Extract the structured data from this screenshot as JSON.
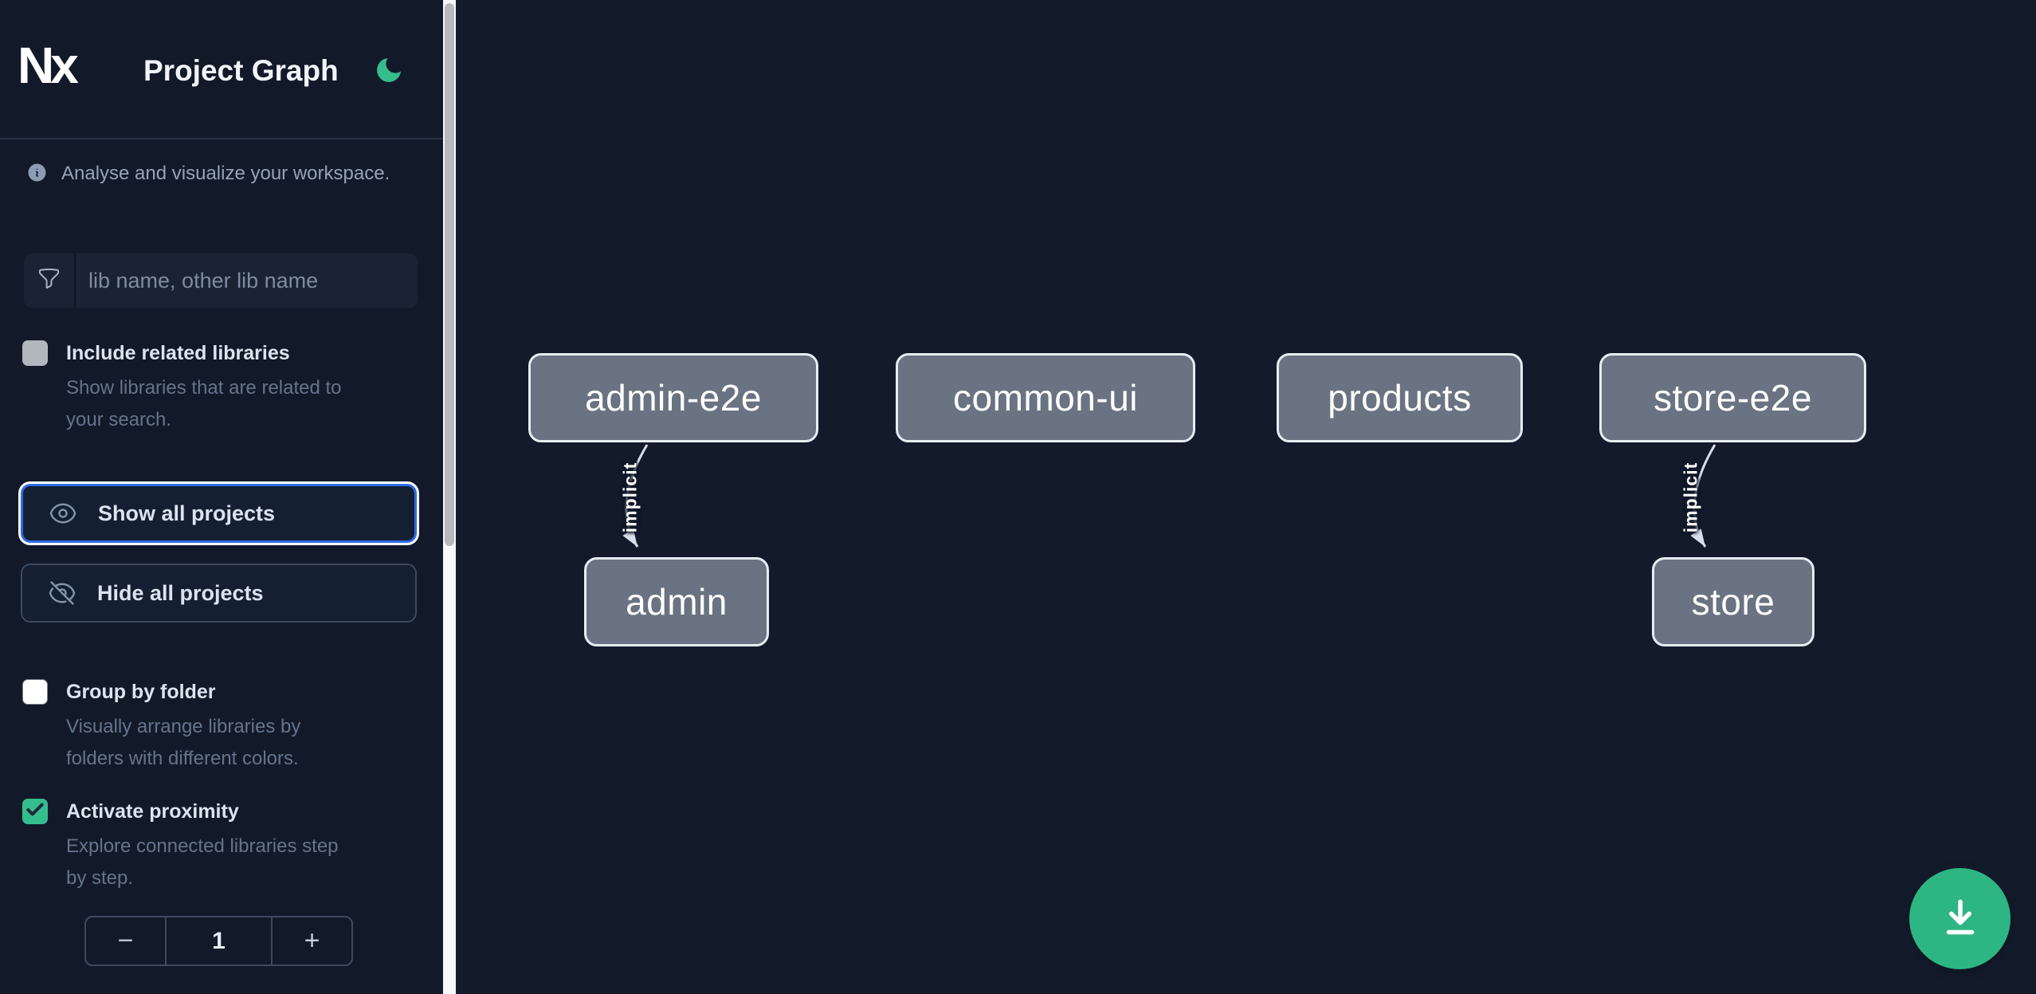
{
  "header": {
    "logo_text": "Nx",
    "app_title": "Project Graph"
  },
  "sidebar": {
    "tagline": "Analyse and visualize your workspace.",
    "filter": {
      "placeholder": "lib name, other lib name"
    },
    "include_related": {
      "label": "Include related libraries",
      "description_lines": [
        "Show libraries that are related to",
        "your search."
      ],
      "checked": false
    },
    "actions": {
      "show_all_label": "Show all projects",
      "hide_all_label": "Hide all projects"
    },
    "group_by_folder": {
      "label": "Group by folder",
      "description_lines": [
        "Visually arrange libraries by",
        "folders with different colors."
      ],
      "checked": false
    },
    "activate_proximity": {
      "label": "Activate proximity",
      "description_lines": [
        "Explore connected libraries step",
        "by step."
      ],
      "checked": true
    },
    "stepper": {
      "decrement": "−",
      "value": "1",
      "increment": "+"
    }
  },
  "graph": {
    "nodes": [
      {
        "id": "admin-e2e",
        "label": "admin-e2e"
      },
      {
        "id": "common-ui",
        "label": "common-ui"
      },
      {
        "id": "products",
        "label": "products"
      },
      {
        "id": "store-e2e",
        "label": "store-e2e"
      },
      {
        "id": "admin",
        "label": "admin"
      },
      {
        "id": "store",
        "label": "store"
      }
    ],
    "edges": [
      {
        "source": "admin-e2e",
        "target": "admin",
        "label": "implicit"
      },
      {
        "source": "store-e2e",
        "target": "store",
        "label": "implicit"
      }
    ]
  },
  "colors": {
    "accent_green": "#2eb584",
    "focus_blue": "#2f6bea",
    "node_fill": "#6a7382",
    "node_border": "#e7ecf2",
    "edge": "#d9dfe8",
    "background": "#131b2b"
  }
}
